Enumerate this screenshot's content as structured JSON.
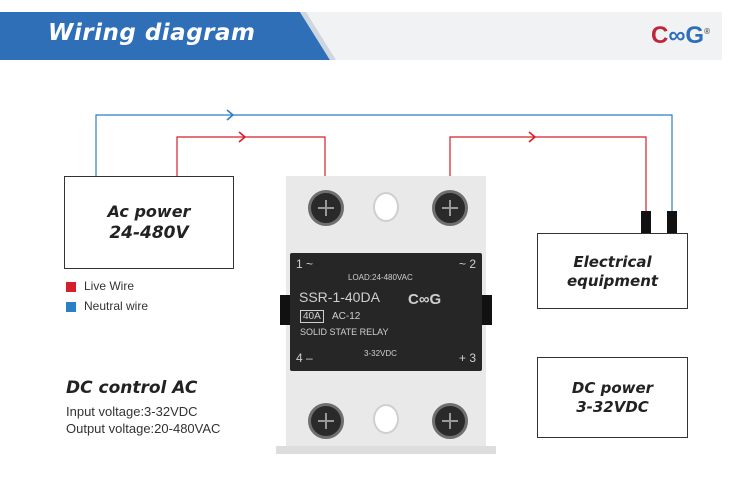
{
  "header": {
    "title": "Wiring diagram"
  },
  "brand": {
    "c": "C",
    "o": "∞",
    "g": "G",
    "reg": "®"
  },
  "ac_power": {
    "line1": "Ac power",
    "line2": "24-480V"
  },
  "legend": [
    {
      "label": "Live Wire",
      "color": "#d4202a"
    },
    {
      "label": "Neutral wire",
      "color": "#2b7fc4"
    }
  ],
  "equipment": {
    "line1": "Electrical",
    "line2": "equipment"
  },
  "dc_power": {
    "line1": "DC power",
    "line2": "3-32VDC"
  },
  "dc_control": {
    "title": "DC control AC",
    "input": "Input voltage:3-32VDC",
    "output": "Output voltage:20-480VAC"
  },
  "relay": {
    "t1": "1 ~",
    "t2": "~ 2",
    "t3": "+ 3",
    "t4": "4 –",
    "load": "LOAD:24-480VAC",
    "model": "SSR-1-40DA",
    "current": "40A",
    "ac": "AC-12",
    "brand": "C∞G",
    "type": "SOLID STATE RELAY",
    "control": "3-32VDC"
  },
  "colors": {
    "live": "#d4202a",
    "neutral": "#2b7fc4",
    "header": "#2e6fb8"
  }
}
